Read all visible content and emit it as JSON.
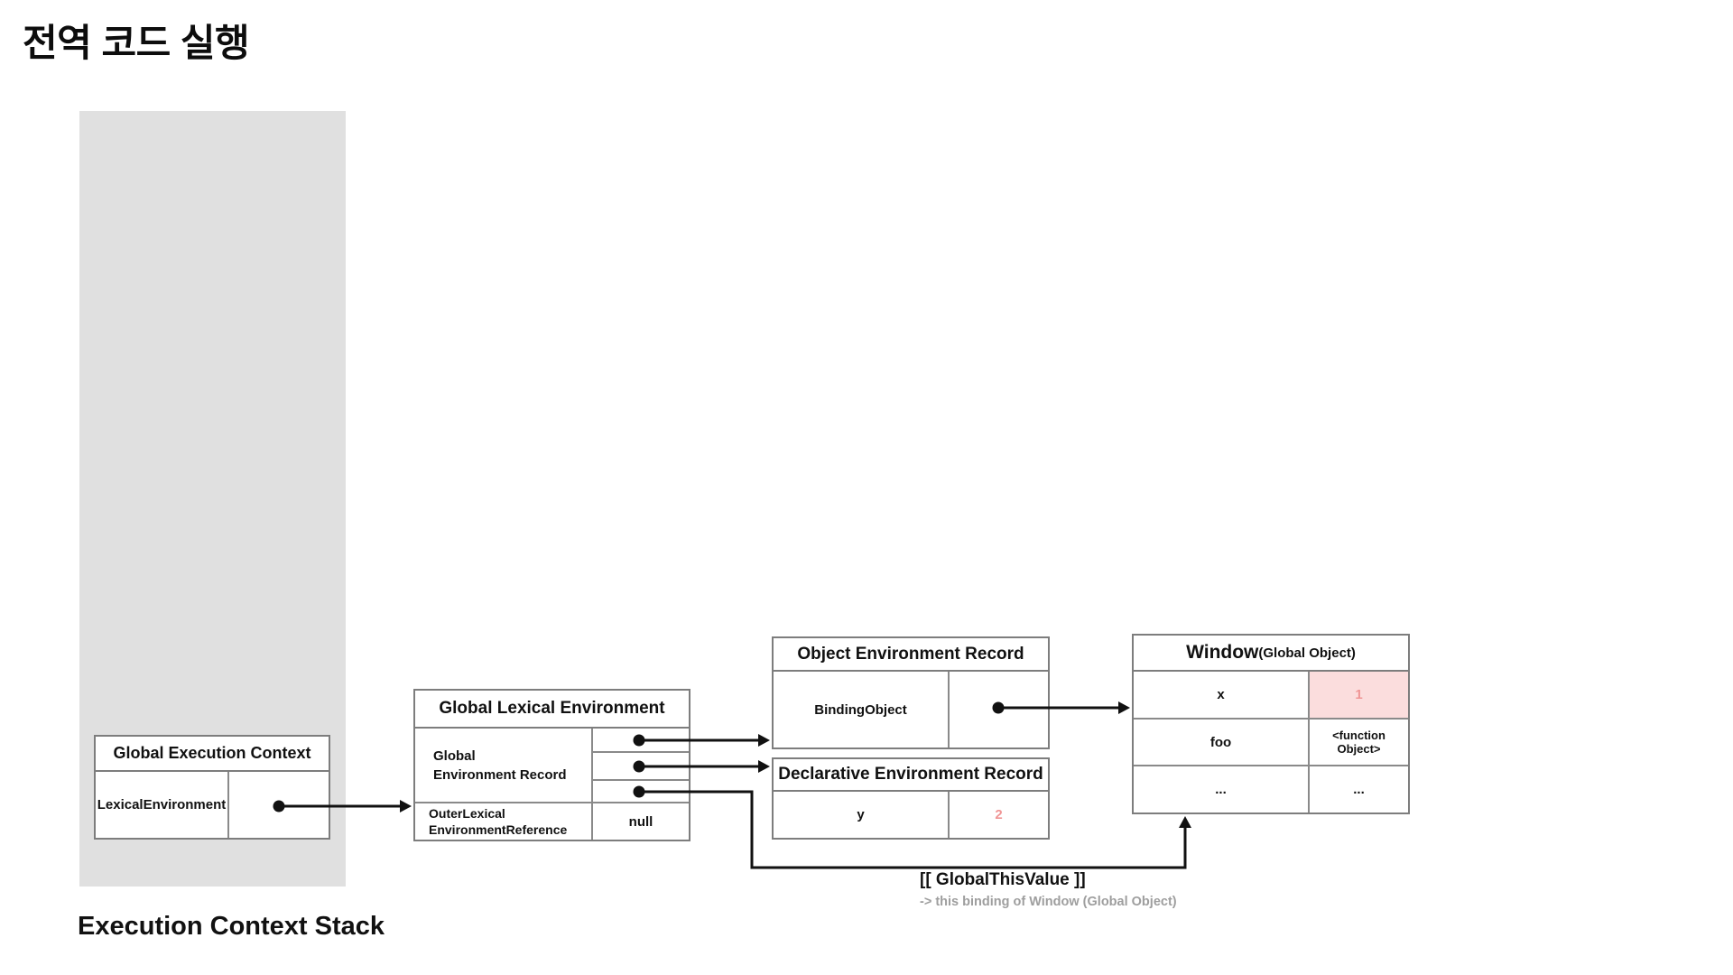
{
  "title": "전역 코드 실행",
  "stack": {
    "label": "Execution Context Stack"
  },
  "gec": {
    "header": "Global Execution Context",
    "row_label": "LexicalEnvironment"
  },
  "gle": {
    "header": "Global Lexical Environment",
    "record_line1": "Global",
    "record_line2": "Environment Record",
    "outer_line1": "OuterLexical",
    "outer_line2": "EnvironmentReference",
    "outer_value": "null"
  },
  "oer": {
    "header": "Object Environment Record",
    "row_label": "BindingObject"
  },
  "der": {
    "header": "Declarative Environment Record",
    "row_key": "y",
    "row_value": "2"
  },
  "window_object": {
    "title": "Window",
    "subtitle": "(Global Object)",
    "rows": [
      {
        "key": "x",
        "value": "1",
        "highlighted": true
      },
      {
        "key": "foo",
        "value": "<function Object>",
        "highlighted": false
      },
      {
        "key": "...",
        "value": "...",
        "highlighted": false
      }
    ]
  },
  "global_this": {
    "label": "[[ GlobalThisValue ]]",
    "note": "-> this binding of Window (Global Object)"
  },
  "colors": {
    "highlight_bg": "#fbdddd",
    "highlight_text": "#f09595",
    "stack_bg": "#e0e0e0",
    "box_border": "#7d7d7d",
    "note_text": "#9e9e9e",
    "connector": "#111111"
  }
}
